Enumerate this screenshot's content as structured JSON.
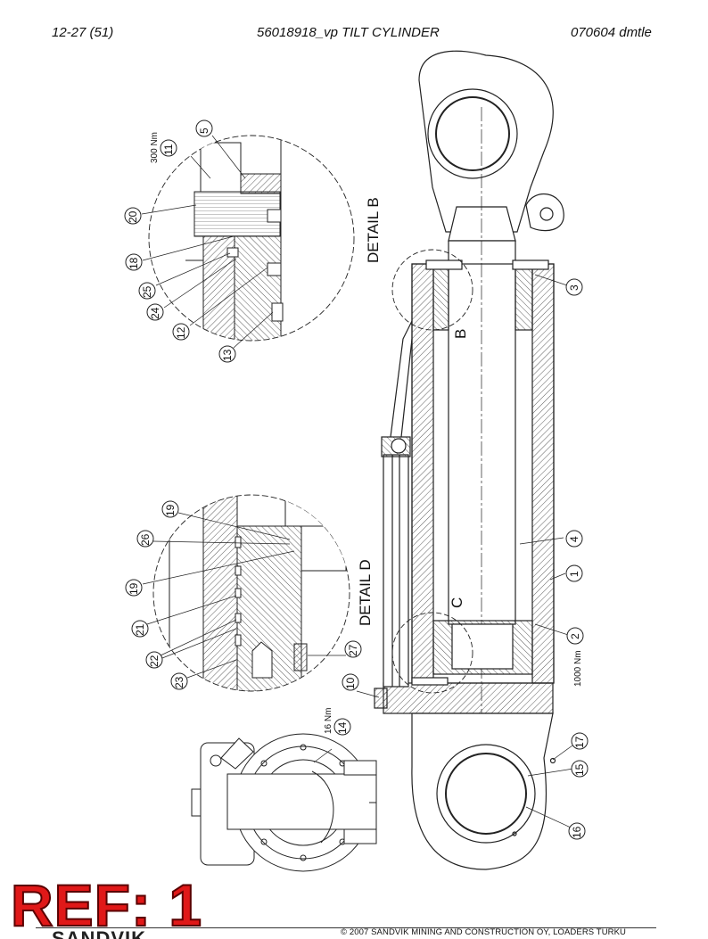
{
  "header": {
    "left": "12-27 (51)",
    "center": "56018918_vp TILT CYLINDER",
    "right": "070604 dmtle"
  },
  "labels": {
    "detail_b": "DETAIL B",
    "detail_d": "DETAIL D",
    "section_b": "B",
    "section_c": "C"
  },
  "torques": {
    "t300": "300 Nm",
    "t1000": "1000 Nm",
    "t16": "16 Nm"
  },
  "part_numbers": {
    "p1": "1",
    "p2": "2",
    "p3": "3",
    "p4": "4",
    "p5": "5",
    "p10": "10",
    "p11": "11",
    "p12": "12",
    "p13": "13",
    "p14": "14",
    "p15": "15",
    "p16": "16",
    "p17": "17",
    "p18": "18",
    "p19a": "19",
    "p19b": "19",
    "p20": "20",
    "p21": "21",
    "p22": "22",
    "p23": "23",
    "p24": "24",
    "p25": "25",
    "p26": "26",
    "p27": "27"
  },
  "stamp": "REF: 1",
  "brand_partial": "SANDVIK",
  "copyright": "© 2007 SANDVIK MINING AND CONSTRUCTION OY, LOADERS TURKU"
}
